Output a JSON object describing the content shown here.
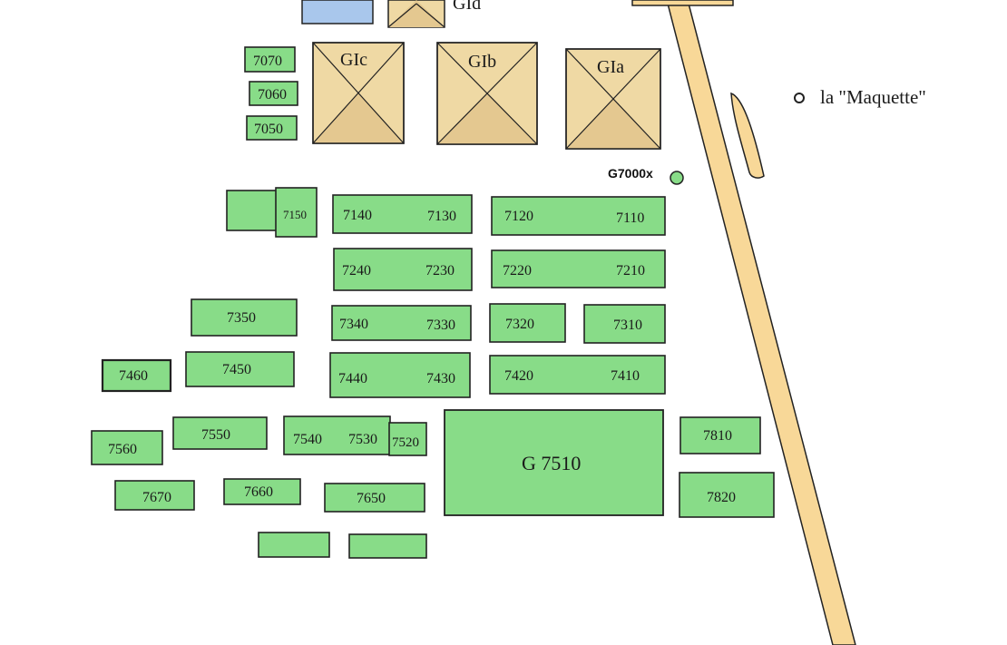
{
  "colors": {
    "mastaba_fill": "#88dc88",
    "pyramid_fill": "#efd9a4",
    "pyramid_shade": "#e4c890",
    "causeway_fill": "#f8d898",
    "blue_fill": "#a9c7ec",
    "outline": "#222222"
  },
  "pyramids": {
    "gid": "GId",
    "gic": "GIc",
    "gib": "GIb",
    "gia": "GIa"
  },
  "labels": {
    "maquette": "la \"Maquette\"",
    "g7000x": "G7000x"
  },
  "mastabas": {
    "m7070": "7070",
    "m7060": "7060",
    "m7050": "7050",
    "m7150": "7150",
    "m7140": "7140",
    "m7130": "7130",
    "m7120": "7120",
    "m7110": "7110",
    "m7240": "7240",
    "m7230": "7230",
    "m7220": "7220",
    "m7210": "7210",
    "m7350": "7350",
    "m7340": "7340",
    "m7330": "7330",
    "m7320": "7320",
    "m7310": "7310",
    "m7460": "7460",
    "m7450": "7450",
    "m7440": "7440",
    "m7430": "7430",
    "m7420": "7420",
    "m7410": "7410",
    "m7560": "7560",
    "m7550": "7550",
    "m7540": "7540",
    "m7530": "7530",
    "m7520": "7520",
    "g7510": "G 7510",
    "m7810": "7810",
    "m7820": "7820",
    "m7670": "7670",
    "m7660": "7660",
    "m7650": "7650"
  }
}
